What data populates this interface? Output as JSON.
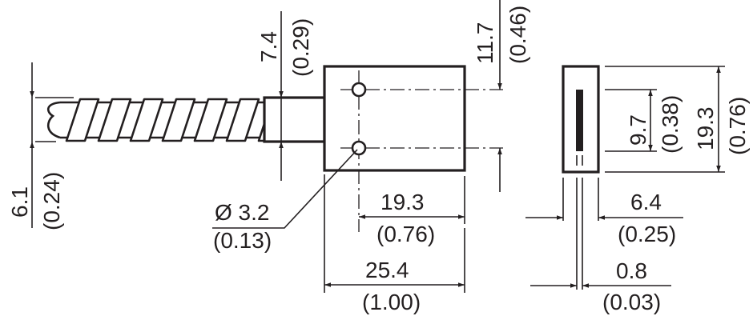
{
  "dimensions": {
    "cable_diameter": {
      "mm": "6.1",
      "in": "(0.24)"
    },
    "sleeve_diameter": {
      "mm": "7.4",
      "in": "(0.29)"
    },
    "hole_spacing": {
      "mm": "11.7",
      "in": "(0.46)"
    },
    "hole_diameter": {
      "mm": "Ø 3.2",
      "in": "(0.13)"
    },
    "hole_to_end": {
      "mm": "19.3",
      "in": "(0.76)"
    },
    "body_length": {
      "mm": "25.4",
      "in": "(1.00)"
    },
    "body_width": {
      "mm": "6.4",
      "in": "(0.25)"
    },
    "slot_width": {
      "mm": "0.8",
      "in": "(0.03)"
    },
    "slot_length": {
      "mm": "9.7",
      "in": "(0.38)"
    },
    "body_height": {
      "mm": "19.3",
      "in": "(0.76)"
    }
  },
  "colors": {
    "line": "#231f20"
  }
}
